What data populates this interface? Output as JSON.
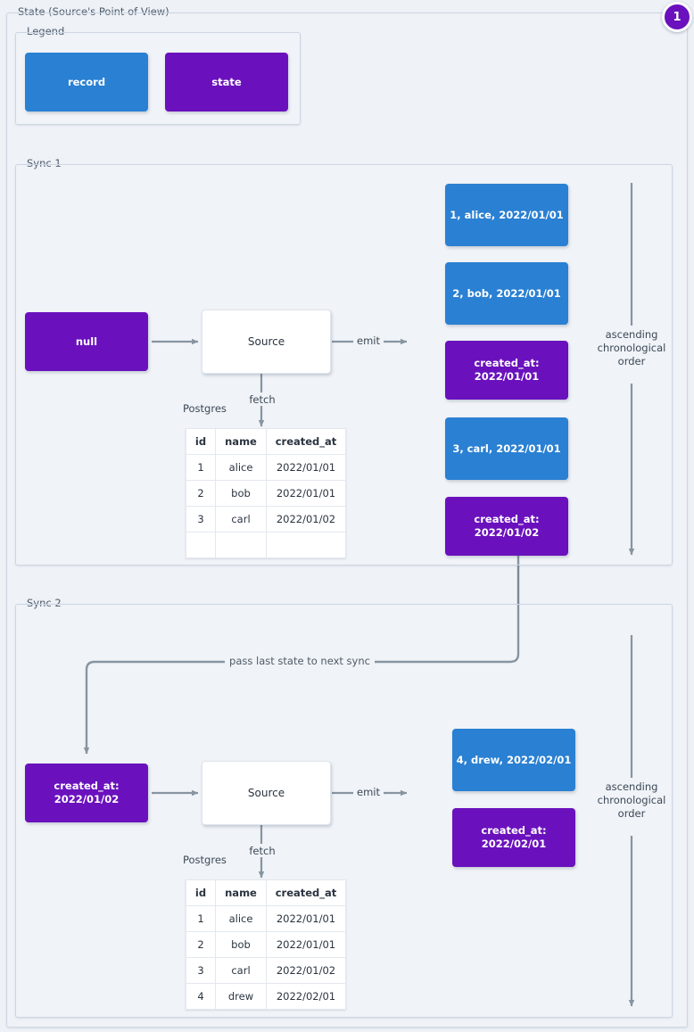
{
  "badge": {
    "label": "1"
  },
  "outer": {
    "title": "State (Source's Point of View)"
  },
  "legend": {
    "title": "Legend",
    "items": [
      {
        "label": "record",
        "color": "#2a80d2",
        "kind": "record"
      },
      {
        "label": "state",
        "color": "#6a11bd",
        "kind": "state"
      }
    ]
  },
  "colors": {
    "record": "#2a80d2",
    "state": "#6a11bd",
    "background": "#eef1f6",
    "border": "#ccd6e2",
    "wire": "#6b7c8d",
    "text": "#3b4856"
  },
  "sync1": {
    "title": "Sync 1",
    "state_in": "null",
    "source_label": "Source",
    "fetch_label": "fetch",
    "db_label": "Postgres",
    "emit_label": "emit",
    "order_label": "ascending\nchronological\norder",
    "table": {
      "columns": [
        "id",
        "name",
        "created_at"
      ],
      "rows": [
        [
          "1",
          "alice",
          "2022/01/01"
        ],
        [
          "2",
          "bob",
          "2022/01/01"
        ],
        [
          "3",
          "carl",
          "2022/01/02"
        ],
        [
          "",
          "",
          ""
        ]
      ]
    },
    "emitted": [
      {
        "kind": "record",
        "label": "1, alice, 2022/01/01"
      },
      {
        "kind": "record",
        "label": "2, bob, 2022/01/01"
      },
      {
        "kind": "state",
        "label": "created_at:\n2022/01/01"
      },
      {
        "kind": "record",
        "label": "3, carl, 2022/01/01"
      },
      {
        "kind": "state",
        "label": "created_at:\n2022/01/02"
      }
    ]
  },
  "pass_state_label": "pass last state to next sync",
  "sync2": {
    "title": "Sync 2",
    "state_in": "created_at:\n2022/01/02",
    "source_label": "Source",
    "fetch_label": "fetch",
    "db_label": "Postgres",
    "emit_label": "emit",
    "order_label": "ascending\nchronological\norder",
    "table": {
      "columns": [
        "id",
        "name",
        "created_at"
      ],
      "rows": [
        [
          "1",
          "alice",
          "2022/01/01"
        ],
        [
          "2",
          "bob",
          "2022/01/01"
        ],
        [
          "3",
          "carl",
          "2022/01/02"
        ],
        [
          "4",
          "drew",
          "2022/02/01"
        ]
      ]
    },
    "emitted": [
      {
        "kind": "record",
        "label": "4, drew, 2022/02/01"
      },
      {
        "kind": "state",
        "label": "created_at:\n2022/02/01"
      }
    ]
  }
}
